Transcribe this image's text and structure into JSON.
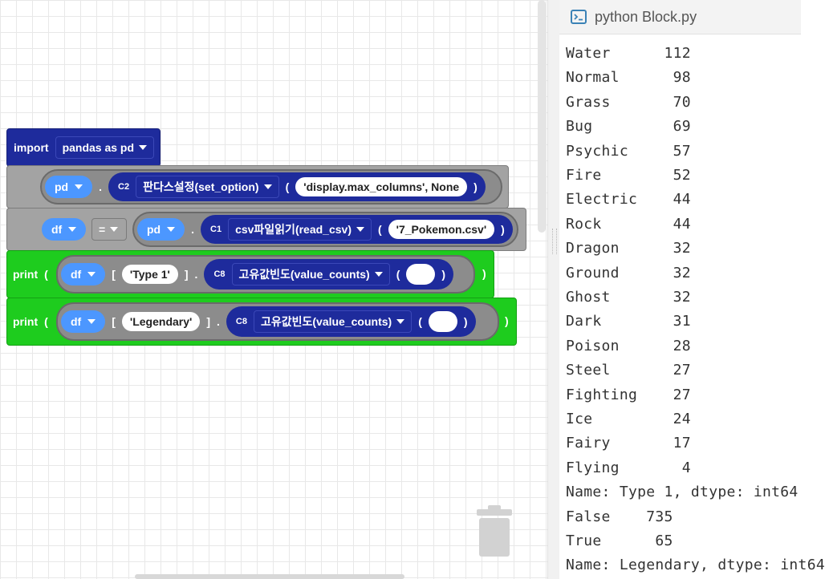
{
  "blocks": {
    "import": {
      "keyword": "import",
      "module": "pandas as pd"
    },
    "set_option": {
      "var": "pd",
      "code": "C2",
      "method": "판다스설정(set_option)",
      "open": "(",
      "arg": "'display.max_columns', None",
      "close": ")"
    },
    "assign": {
      "var": "df",
      "op": "=",
      "obj": "pd",
      "code": "C1",
      "method": "csv파일읽기(read_csv)",
      "open": "(",
      "arg": "'7_Pokemon.csv'",
      "close": ")"
    },
    "print1": {
      "keyword": "print",
      "open": "(",
      "var": "df",
      "lb": "[",
      "key": "'Type 1'",
      "rb": "]",
      "code": "C8",
      "method": "고유값빈도(value_counts)",
      "open2": "(",
      "close2": ")",
      "close": ")"
    },
    "print2": {
      "keyword": "print",
      "open": "(",
      "var": "df",
      "lb": "[",
      "key": "'Legendary'",
      "rb": "]",
      "code": "C8",
      "method": "고유값빈도(value_counts)",
      "open2": "(",
      "close2": ")",
      "close": ")"
    },
    "dot": "."
  },
  "console": {
    "title": "python Block.py",
    "lines": [
      "Water      112",
      "Normal      98",
      "Grass       70",
      "Bug         69",
      "Psychic     57",
      "Fire        52",
      "Electric    44",
      "Rock        44",
      "Dragon      32",
      "Ground      32",
      "Ghost       32",
      "Dark        31",
      "Poison      28",
      "Steel       27",
      "Fighting    27",
      "Ice         24",
      "Fairy       17",
      "Flying       4",
      "Name: Type 1, dtype: int64",
      "False    735",
      "True      65",
      "Name: Legendary, dtype: int64"
    ]
  },
  "colors": {
    "import_block": "#1e2b9c",
    "statement_block": "#a3a3a3",
    "print_block": "#1ecc1e",
    "variable_pill": "#4c97ff",
    "method_block": "#1e2b9c"
  },
  "icons": {
    "console": "terminal-icon",
    "trash": "trash-icon",
    "dropdown": "caret-down-icon"
  }
}
